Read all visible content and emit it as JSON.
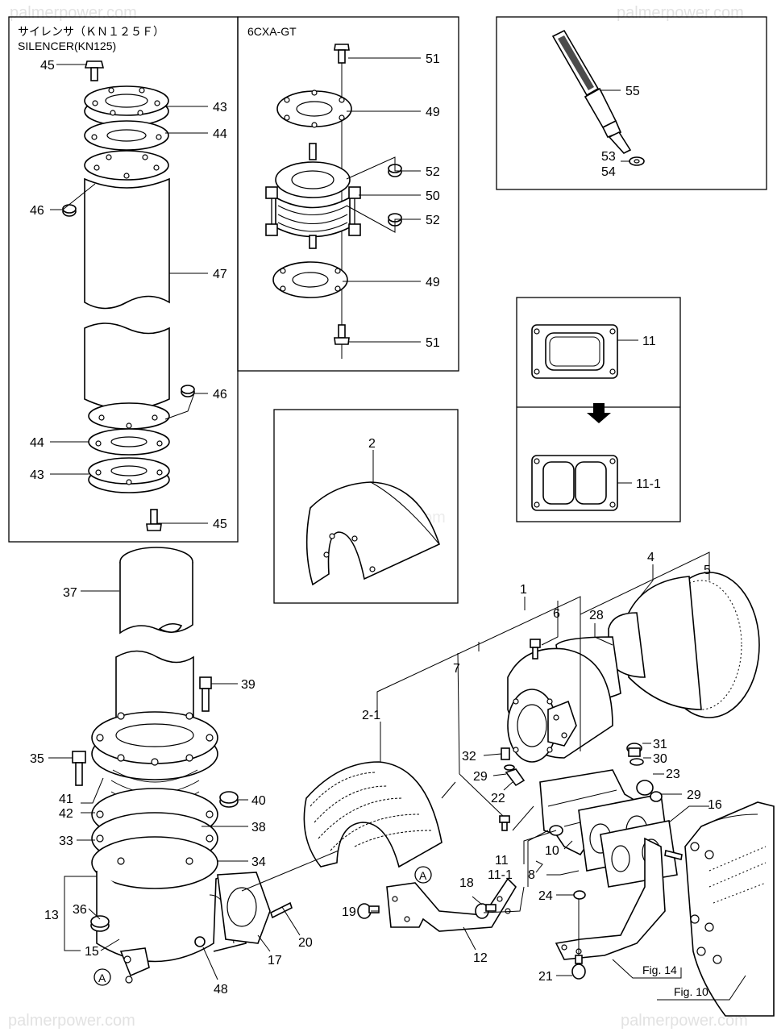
{
  "watermarks": [
    "palmerpower.com",
    "palmerpower.com",
    "palmerpower.com",
    "palmerpower.com",
    "palmerpower.com"
  ],
  "panels": {
    "silencer": {
      "title_jp": "サイレンサ（ＫＮ１２５Ｆ）",
      "title_en": "SILENCER(KN125)"
    },
    "model": {
      "title": "6CXA-GT"
    }
  },
  "callouts": {
    "c45a": "45",
    "c43a": "43",
    "c44a": "44",
    "c46a": "46",
    "c47": "47",
    "c46b": "46",
    "c44b": "44",
    "c43b": "43",
    "c45b": "45",
    "c51a": "51",
    "c49a": "49",
    "c52a": "52",
    "c50": "50",
    "c52b": "52",
    "c49b": "49",
    "c51b": "51",
    "c55": "55",
    "c53": "53",
    "c54": "54",
    "c11a": "11",
    "c11_1a": "11-1",
    "c2": "2",
    "c37": "37",
    "c39": "39",
    "c35": "35",
    "c41": "41",
    "c42": "42",
    "c40": "40",
    "c38": "38",
    "c33": "33",
    "c34": "34",
    "c13": "13",
    "c36": "36",
    "c15": "15",
    "c48": "48",
    "c17": "17",
    "c20": "20",
    "c1": "1",
    "c4": "4",
    "c5": "5",
    "c6": "6",
    "c28": "28",
    "c7": "7",
    "c2_1": "2-1",
    "c32": "32",
    "c29a": "29",
    "c22": "22",
    "c31": "31",
    "c30": "30",
    "c23": "23",
    "c29b": "29",
    "c16": "16",
    "c11b": "11",
    "c11_1b": "11-1",
    "c10": "10",
    "c8": "8",
    "c19": "19",
    "c18": "18",
    "c12": "12",
    "c24": "24",
    "c21": "21",
    "refA1": "A",
    "refA2": "A"
  },
  "figrefs": {
    "fig14": "Fig. 14",
    "fig10": "Fig. 10"
  }
}
